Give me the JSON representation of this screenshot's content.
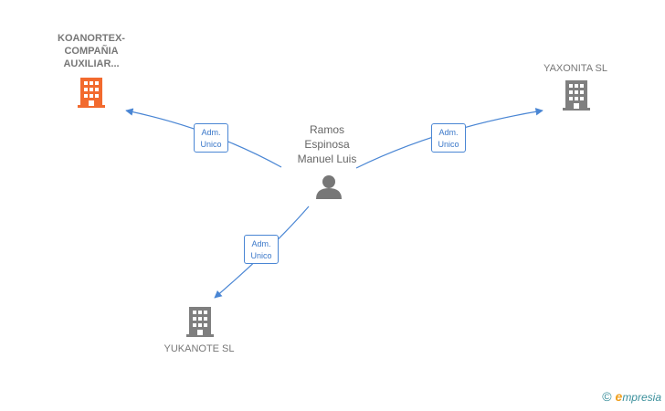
{
  "center": {
    "name": "Ramos\nEspinosa\nManuel Luis"
  },
  "companies": [
    {
      "id": "koanortex",
      "name": "KOANORTEX-\nCOMPAÑIA\nAUXILIAR...",
      "color": "#f26a2e",
      "bold": true
    },
    {
      "id": "yaxonita",
      "name": "YAXONITA  SL",
      "color": "#7f7f7f",
      "bold": false
    },
    {
      "id": "yukanote",
      "name": "YUKANOTE  SL",
      "color": "#7f7f7f",
      "bold": false
    }
  ],
  "edges": [
    {
      "to": "koanortex",
      "line1": "Adm.",
      "line2": "Unico"
    },
    {
      "to": "yaxonita",
      "line1": "Adm.",
      "line2": "Unico"
    },
    {
      "to": "yukanote",
      "line1": "Adm.",
      "line2": "Unico"
    }
  ],
  "colors": {
    "edge": "#4a86d4",
    "person": "#777777"
  },
  "footer": {
    "copyright": "©",
    "brand_initial": "e",
    "brand_rest": "mpresia"
  }
}
